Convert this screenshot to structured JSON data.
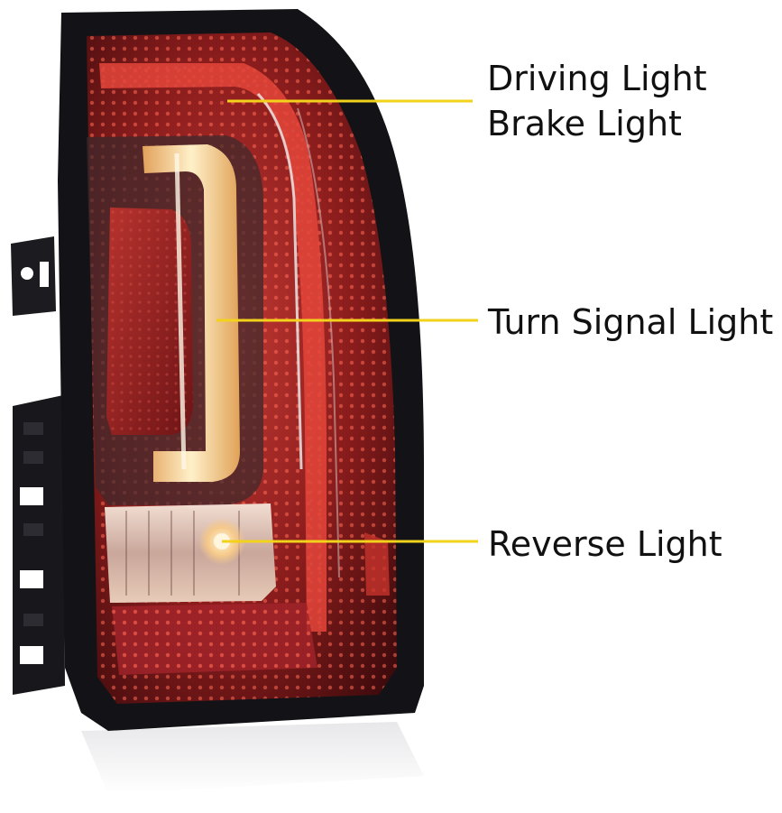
{
  "callouts": {
    "driving": "Driving Light",
    "brake": "Brake Light",
    "turn": "Turn Signal Light",
    "reverse": "Reverse Light"
  },
  "colors": {
    "leader_line": "#f2d21b",
    "lens_red": "#8c1a1a",
    "housing": "#141418",
    "led_amber": "#ffcf7a"
  }
}
